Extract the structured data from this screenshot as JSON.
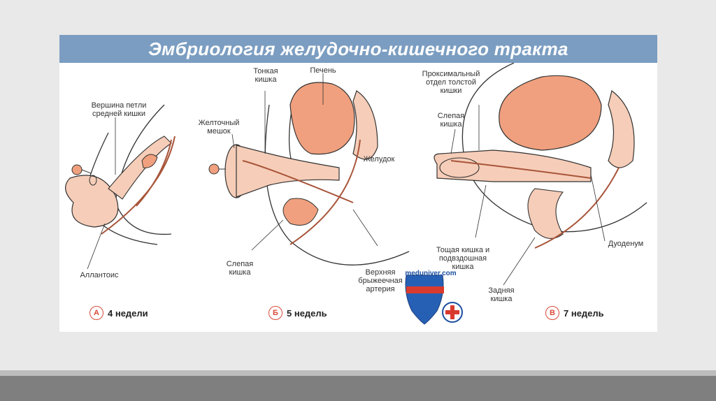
{
  "title": "Эмбриология желудочно-кишечного тракта",
  "labels": {
    "a_apex": [
      "Вершина петли",
      "средней кишки"
    ],
    "a_allantois": "Аллантоис",
    "b_small_intestine": [
      "Тонкая",
      "кишка"
    ],
    "b_liver": "Печень",
    "b_yolk_sac": [
      "Желточный",
      "мешок"
    ],
    "b_stomach": "Желудок",
    "b_cecum": [
      "Слепая",
      "кишка"
    ],
    "b_sma": [
      "Верхняя",
      "брыжеечная",
      "артерия"
    ],
    "c_proximal_colon": [
      "Проксимальный",
      "отдел толстой",
      "кишки"
    ],
    "c_cecum": [
      "Слепая",
      "кишка"
    ],
    "c_jejunum_ileum": [
      "Тощая кишка и",
      "подвздошная",
      "кишка"
    ],
    "c_duodenum": "Дуоденум",
    "c_hindgut": [
      "Задняя",
      "кишка"
    ]
  },
  "panels": [
    {
      "letter": "А",
      "caption": "4 недели"
    },
    {
      "letter": "Б",
      "caption": "5 недель"
    },
    {
      "letter": "В",
      "caption": "7 недель"
    }
  ],
  "watermark": "meduniver.com",
  "colors": {
    "title_bar": "#7b9dc1",
    "organ_fill": "#f0a07e",
    "gut_fill": "#f6cdb8",
    "artery": "#a8553a",
    "outline": "#333333",
    "badge": "#d94a3a"
  }
}
